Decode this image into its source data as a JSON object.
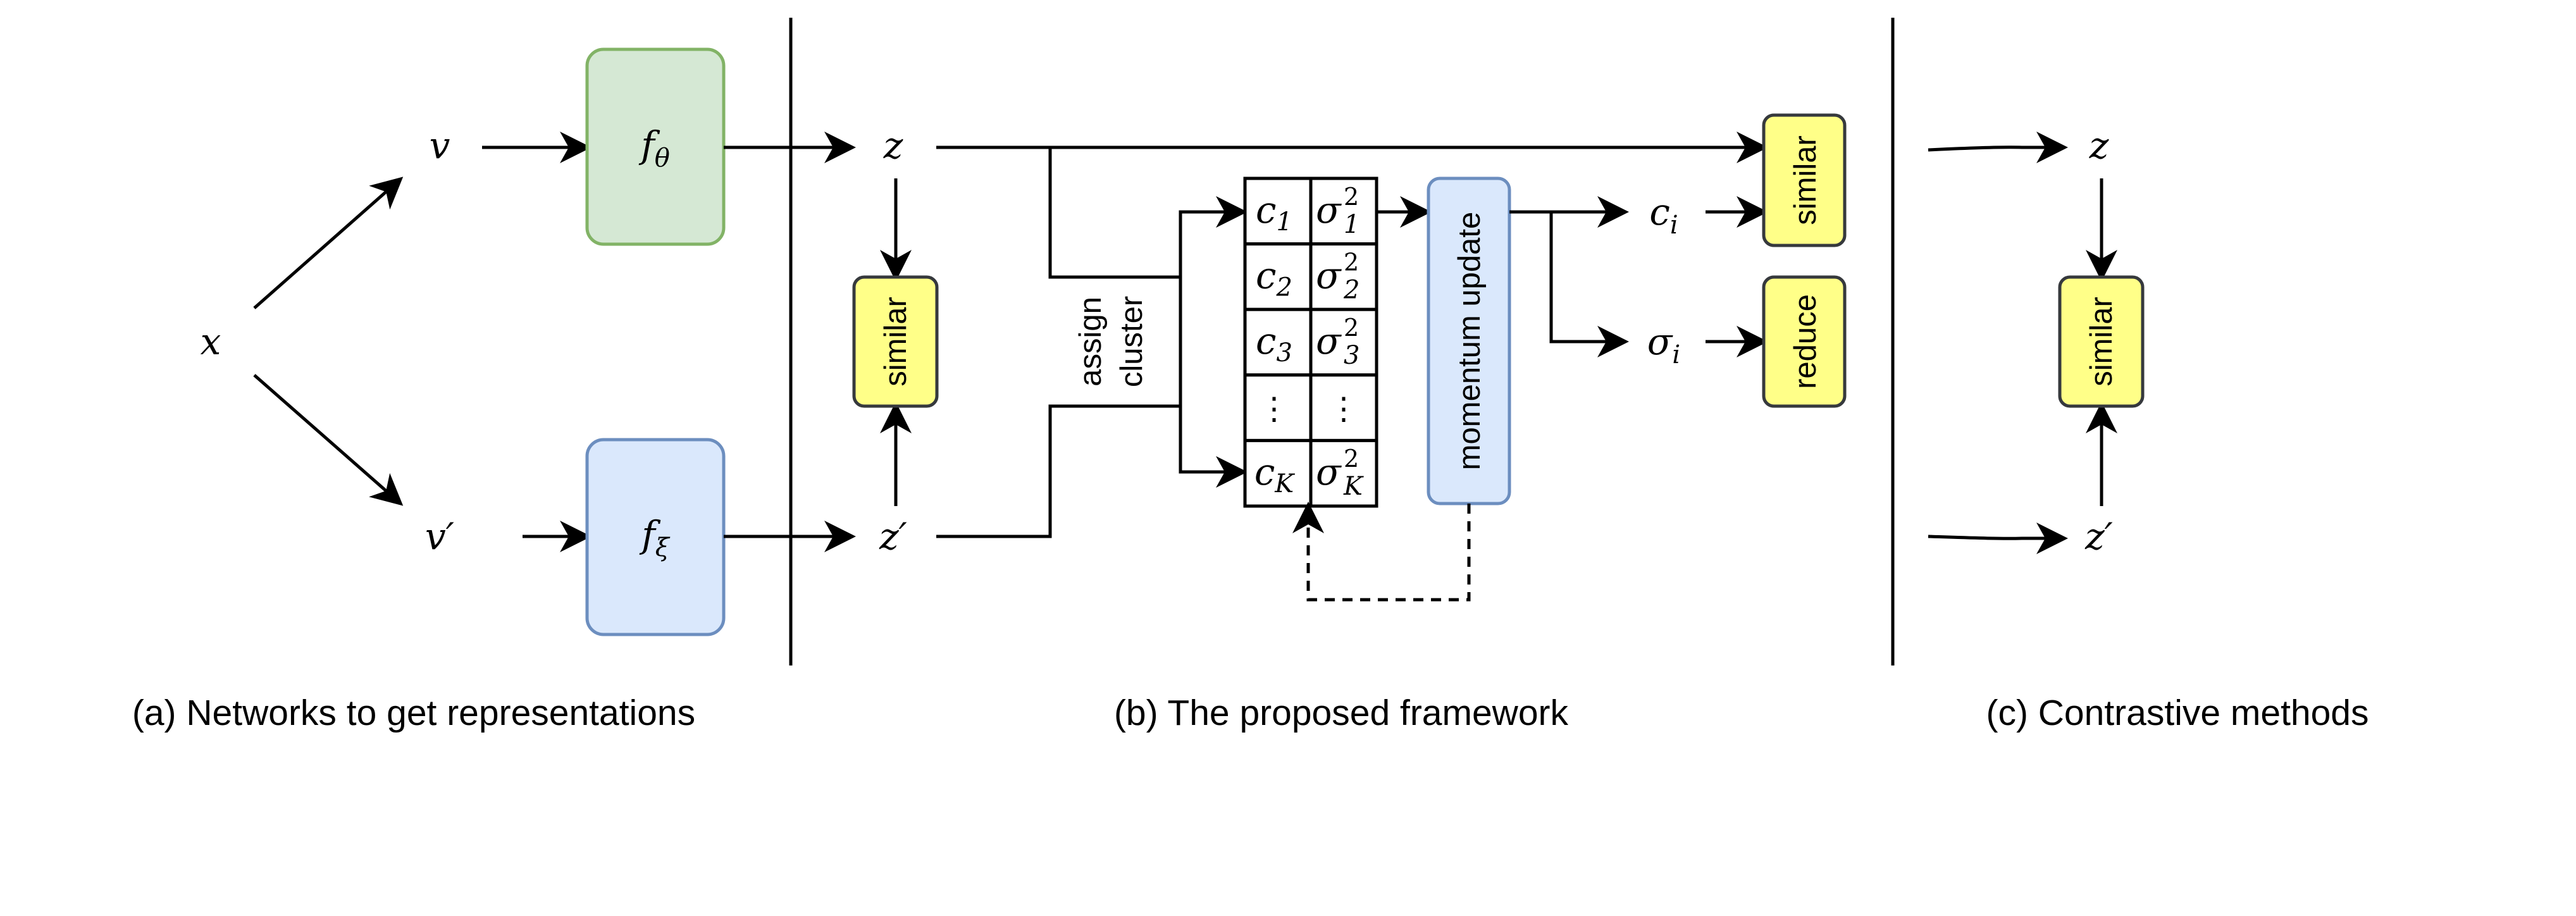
{
  "captions": {
    "a": "(a) Networks to get representations",
    "b": "(b) The proposed framework",
    "c": "(c) Contrastive methods"
  },
  "vars": {
    "x": "x",
    "v": "v",
    "v_prime": "v′",
    "z": "z",
    "z_prime": "z′",
    "f_theta_base": "f",
    "f_theta_sub": "θ",
    "f_xi_base": "f",
    "f_xi_sub": "ξ",
    "c_i_base": "c",
    "c_i_sub": "i",
    "sigma_i_base": "σ",
    "sigma_i_sub": "i"
  },
  "boxes": {
    "similar": "similar",
    "reduce": "reduce",
    "momentum_update": "momentum update",
    "assign_line1": "assign",
    "assign_line2": "cluster"
  },
  "table": {
    "rows": [
      {
        "c": "c",
        "c_sub": "1",
        "s": "σ",
        "s_sub": "1",
        "s_sup": "2"
      },
      {
        "c": "c",
        "c_sub": "2",
        "s": "σ",
        "s_sub": "2",
        "s_sup": "2"
      },
      {
        "c": "c",
        "c_sub": "3",
        "s": "σ",
        "s_sub": "3",
        "s_sup": "2"
      },
      {
        "c": "⋮",
        "c_sub": "",
        "s": "⋮",
        "s_sub": "",
        "s_sup": ""
      },
      {
        "c": "c",
        "c_sub": "K",
        "s": "σ",
        "s_sub": "K",
        "s_sup": "2"
      }
    ]
  },
  "colors": {
    "encoder_theta_fill": "#d5e8d4",
    "encoder_theta_stroke": "#82b366",
    "encoder_xi_fill": "#dae8fc",
    "encoder_xi_stroke": "#6c8ebf",
    "op_box_fill": "#ffff88",
    "op_box_stroke": "#36393d",
    "momentum_fill": "#dae8fc",
    "momentum_stroke": "#6c8ebf"
  }
}
